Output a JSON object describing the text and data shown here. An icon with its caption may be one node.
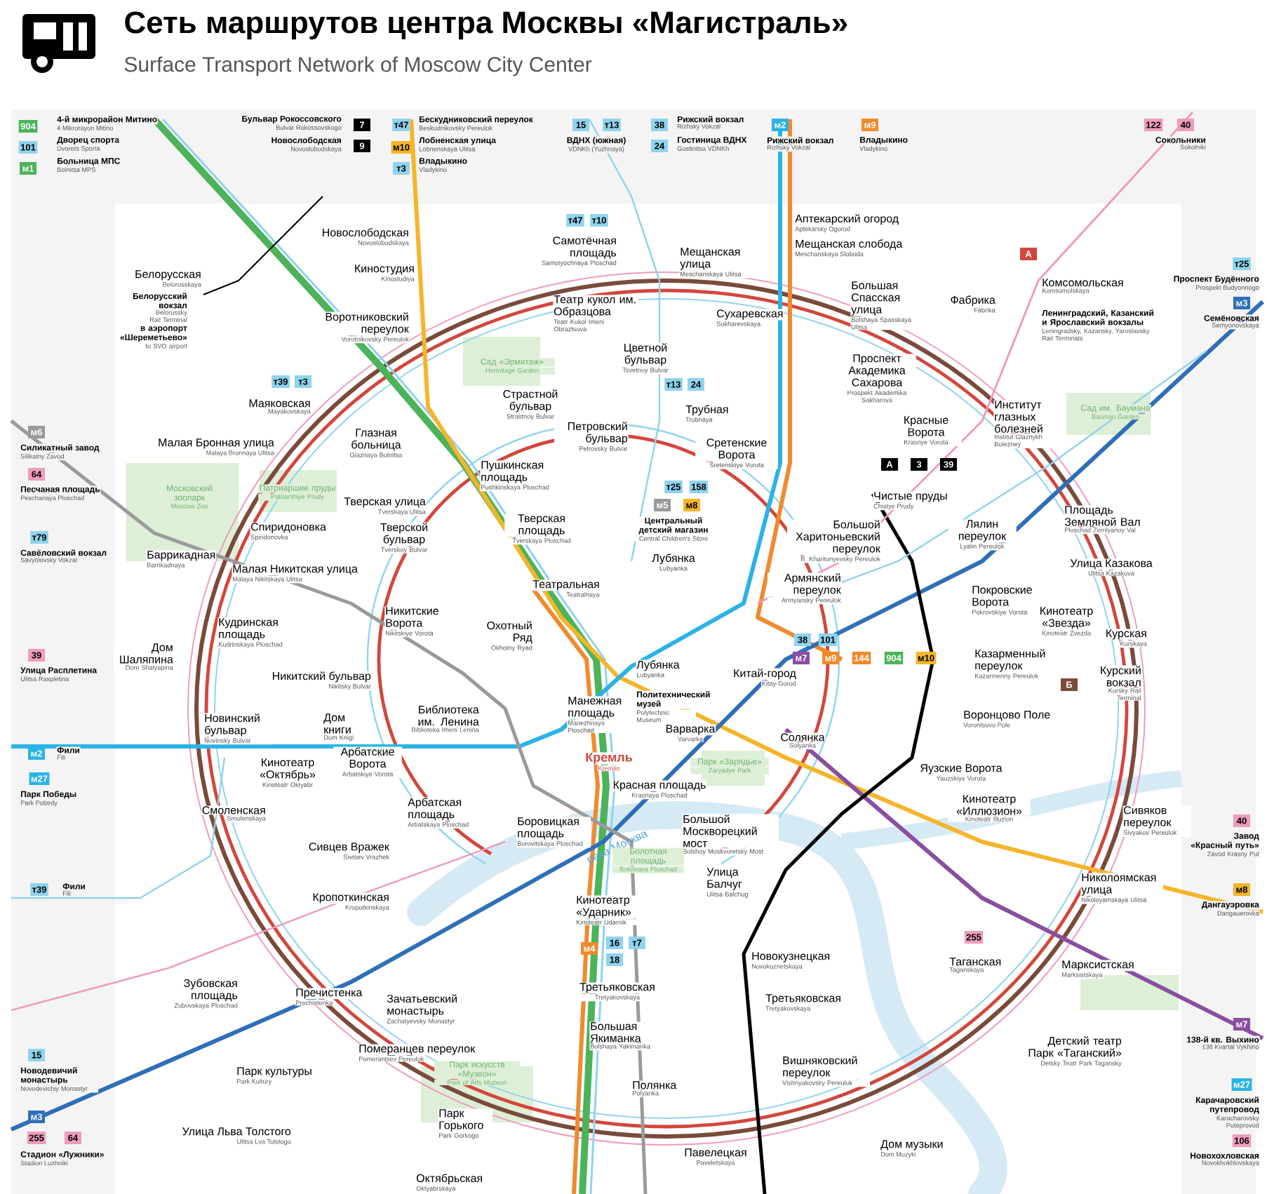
{
  "diagram": {
    "title": "Сеть маршрутов центра Москвы «Магистраль»",
    "caption": "Surface Transport Network of Moscow City Center",
    "labels": [
      "904",
      "4-й микрорайон Митино",
      "4 Mikrorayon Mitino",
      "101",
      "Дворец спорта",
      "Dvorets Sporta",
      "м1",
      "Больница МПС",
      "Bolnitsa MPS",
      "Бульвар Рокоссовского",
      "Bulvar Rokossovskogo",
      "7",
      "Новослободская",
      "Novoslobodskaya",
      "9",
      "т47",
      "Бескудниковский переулок",
      "Beskudnikovsky Pereulok",
      "м10",
      "Лобненская улица",
      "Lobnenskaya Ulitsa",
      "т3",
      "Владыкино",
      "Vladykino",
      "15",
      "т13",
      "ВДНХ (южная)",
      "VDNKh (Yuzhnaya)",
      "38",
      "Рижский вокзал",
      "Rizhsky Vokzal",
      "24",
      "Гостиница ВДНХ",
      "Gostinitsa VDNKh",
      "м2",
      "Рижский вокзал",
      "Rizhsky Vokzal",
      "м9",
      "Владыкино",
      "Vladykino",
      "122",
      "40",
      "Сокольники",
      "Sokolniki",
      "т25",
      "Проспект Будённого",
      "Prospekt Budyonnogo",
      "м3",
      "Семёновская",
      "Semyonovskaya",
      "40",
      "Завод «Красный путь»",
      "Zavod Krasny Put",
      "м8",
      "Дангауэровка",
      "Dangauerovka",
      "м7",
      "138-й кв. Выхино",
      "138 Kvartal Vykhino",
      "м27",
      "Карачаровский путепровод",
      "Karacharovsky Puteprovod",
      "106",
      "Новохохловская",
      "Novokhokhlovskaya",
      "м6",
      "Силикатный завод",
      "Silikatny Zavod",
      "64",
      "Песчаная площадь",
      "Peschanaya Ploschad",
      "т79",
      "Савёловский вокзал",
      "Savyolovsky Vokzal",
      "39",
      "Улица Расплетина",
      "Ulitsa Raspletina",
      "м2",
      "Фили",
      "Fili",
      "м27",
      "Парк Победы",
      "Park Pobedy",
      "т39",
      "Фили",
      "Fili",
      "15",
      "Новодевичий монастырь",
      "Novodevichiy Monastyr",
      "м3",
      "255",
      "64",
      "Стадион «Лужники»",
      "Stadion Luzhniki",
      "Новослободская",
      "Novoslobodskaya",
      "Белорусская",
      "Belorusskaya",
      "Белорусский вокзал",
      "Belorussky Rail Terminal",
      "в аэропорт «Шереметьево»",
      "to SVO airport",
      "Киностудия",
      "Kinostudiya",
      "Воротниковский переулок",
      "Vorotnikovsky Pereulok",
      "Маяковская",
      "Mayakovskaya",
      "Самотёчная площадь",
      "Samotyochnaya Ploschad",
      "Театр кукол им. Образцова",
      "Teatr Kukol Imeni Obraztsova",
      "Цветной бульвар",
      "Tsvetnoy Bulvar",
      "Сад «Эрмитаж»",
      "Hermitage Garden",
      "Страстной бульвар",
      "Strastnoy Bulvar",
      "Мещанская улица",
      "Meschanskaya Ulitsa",
      "Сухаревская",
      "Sukharevskaya",
      "Трубная",
      "Trubnaya",
      "Аптекарский огород",
      "Aptekarsky Ogorod",
      "Мещанская слобода",
      "Meschanskaya Sloboda",
      "Большая Спасская улица",
      "Bolshaya Spasskaya Ulitsa",
      "Фабрика",
      "Fabrika",
      "Комсомольская",
      "Komsomolskaya",
      "Ленинградский, Казанский и Ярославский вокзалы",
      "Leningradsky, Kazansky, Yaroslavsky Rail Terminals",
      "Проспект Академика Сахарова",
      "Prospekt Akademika Sakharova",
      "Институт глазных болезней",
      "Institut Glaznykh Bolezney",
      "Сад им. Баумана",
      "Bauman Garden",
      "Красные Ворота",
      "Krasnye Vorota",
      "Чистые пруды",
      "Chistye Prudy",
      "Малая Бронная улица",
      "Malaya Bronnaya Ulitsa",
      "Глазная больница",
      "Glaznaya Bolnitsa",
      "Петровский бульвар",
      "Petrovsky Bulvar",
      "Пушкинская площадь",
      "Pushkinskaya Ploschad",
      "Сретенские Ворота",
      "Sretenskiye Vorota",
      "Московский зоопарк",
      "Moscow Zoo",
      "Патриаршие пруды",
      "Patriarshiye Prudy",
      "Тверская улица",
      "Tverskaya Ulitsa",
      "Центральный детский магазин",
      "Central Children's Store",
      "Лубянка",
      "Lubyanka",
      "Большой Харитоньевский переулок",
      "B. Kharitonyevsky Pereulok",
      "Лялин переулок",
      "Lyalin Pereulok",
      "Площадь Земляной Вал",
      "Ploschad Zemlyanoy Val",
      "Баррикадная",
      "Barrikadnaya",
      "Спиридоновка",
      "Spiridonovka",
      "Тверской бульвар",
      "Tverskoy Bulvar",
      "Тверская площадь",
      "Tverskaya Ploschad",
      "Малая Никитская улица",
      "Malaya Nikitskaya Ulitsa",
      "Театральная",
      "Teatralnaya",
      "Армянский переулок",
      "Armyansky Pereulok",
      "Улица Казакова",
      "Ulitsa Kazakova",
      "Покровские Ворота",
      "Pokrovskiye Vorota",
      "Кинотеатр «Звезда»",
      "Kinoteatr Zvezda",
      "Курская",
      "Kurskaya",
      "Курский вокзал",
      "Kursky Rail Terminal",
      "Дом Шаляпина",
      "Dom Shalyapina",
      "Кудринская площадь",
      "Kudrinskaya Ploschad",
      "Никитские Ворота",
      "Nikitskiye Vorota",
      "Охотный Ряд",
      "Okhotny Ryad",
      "Китай-город",
      "Kitay-Gorod",
      "Казарменный переулок",
      "Kazarmenny Pereulok",
      "Никитский бульвар",
      "Nikitsky Bulvar",
      "Библиотека им. Ленина",
      "Biblioteka Imeni Lenina",
      "Лубянка",
      "Lubyanka",
      "Политехнический музей",
      "Polytechnic Museum",
      "Манежная площадь",
      "Manezhnaya Ploschad",
      "Варварка",
      "Varvarka",
      "Воронцово Поле",
      "Vorontsovo Pole",
      "Новинский бульвар",
      "Novinsky Bulvar",
      "Дом книги",
      "Dom Knigi",
      "Солянка",
      "Solyanka",
      "Кремль",
      "Kremlin",
      "Красная площадь",
      "Krasnaya Ploschad",
      "Парк «Зарядье»",
      "Zaryadye Park",
      "Яузские Ворота",
      "Yauzskiye Vorota",
      "Кинотеатр «Иллюзион»",
      "Kinoteatr Illuzion",
      "Кинотеатр «Октябрь»",
      "Kinoteatr Oktyabr",
      "Арбатские Ворота",
      "Arbatskiye Vorota",
      "Смоленская",
      "Smolenskaya",
      "Арбатская площадь",
      "Arbatskaya Ploschad",
      "Боровицкая площадь",
      "Borovitskaya Ploschad",
      "Большой Москворецкий мост",
      "Bolshoy Moskvoretsky Most",
      "Сивяков переулок",
      "Sivyakov Pereulok",
      "река Москва",
      "Болотная площадь",
      "Bolotnaya Ploschad",
      "Сивцев Вражек",
      "Sivtsev Vrazhek",
      "Кропоткинская",
      "Kropotkinskaya",
      "Кинотеатр «Ударник»",
      "Kinoteatr Udarnik",
      "Улица Балчуг",
      "Ulitsa Balchug",
      "Николоямская улица",
      "Nikoloyamskaya Ulitsa",
      "Новокузнецкая",
      "Novokuznetskaya",
      "Таганская",
      "Taganskaya",
      "Марксистская",
      "Marksistskaya",
      "Зубовская площадь",
      "Zubovskaya Ploschad",
      "Пречистенка",
      "Prechistenka",
      "Зачатьевский монастырь",
      "Zachatyevsky Monastyr",
      "Третьяковская",
      "Tretyakovskaya",
      "Третьяковская",
      "Tretyakovskaya",
      "Большая Якиманка",
      "Bolshaya Yakimanka",
      "Детский театр Парк «Таганский»",
      "Detsky Teatr Park Tagansky",
      "Померанцев переулок",
      "Pomerantsev Pereulok",
      "Вишняковский переулок",
      "Vishnyakovsky Pereulok",
      "Парк искусств «Музеон»",
      "Park of Arts Muzeon",
      "Парк культуры",
      "Park Kultury",
      "Полянка",
      "Polyanka",
      "Парк Горького",
      "Park Gorkogo",
      "Улица Льва Толстого",
      "Ulitsa Lva Tolstogo",
      "Павелецкая",
      "Paveletskaya",
      "Дом музыки",
      "Dom Muzyki",
      "Октябрьская",
      "Oktyabrskaya",
      "А",
      "Б",
      "А",
      "3",
      "39",
      "т47",
      "т10",
      "т39",
      "т3",
      "т13",
      "24",
      "т25",
      "158",
      "м5",
      "м8",
      "38",
      "101",
      "м7",
      "м9",
      "144",
      "904",
      "м10",
      "м4",
      "16",
      "т7",
      "18",
      "255"
    ]
  }
}
